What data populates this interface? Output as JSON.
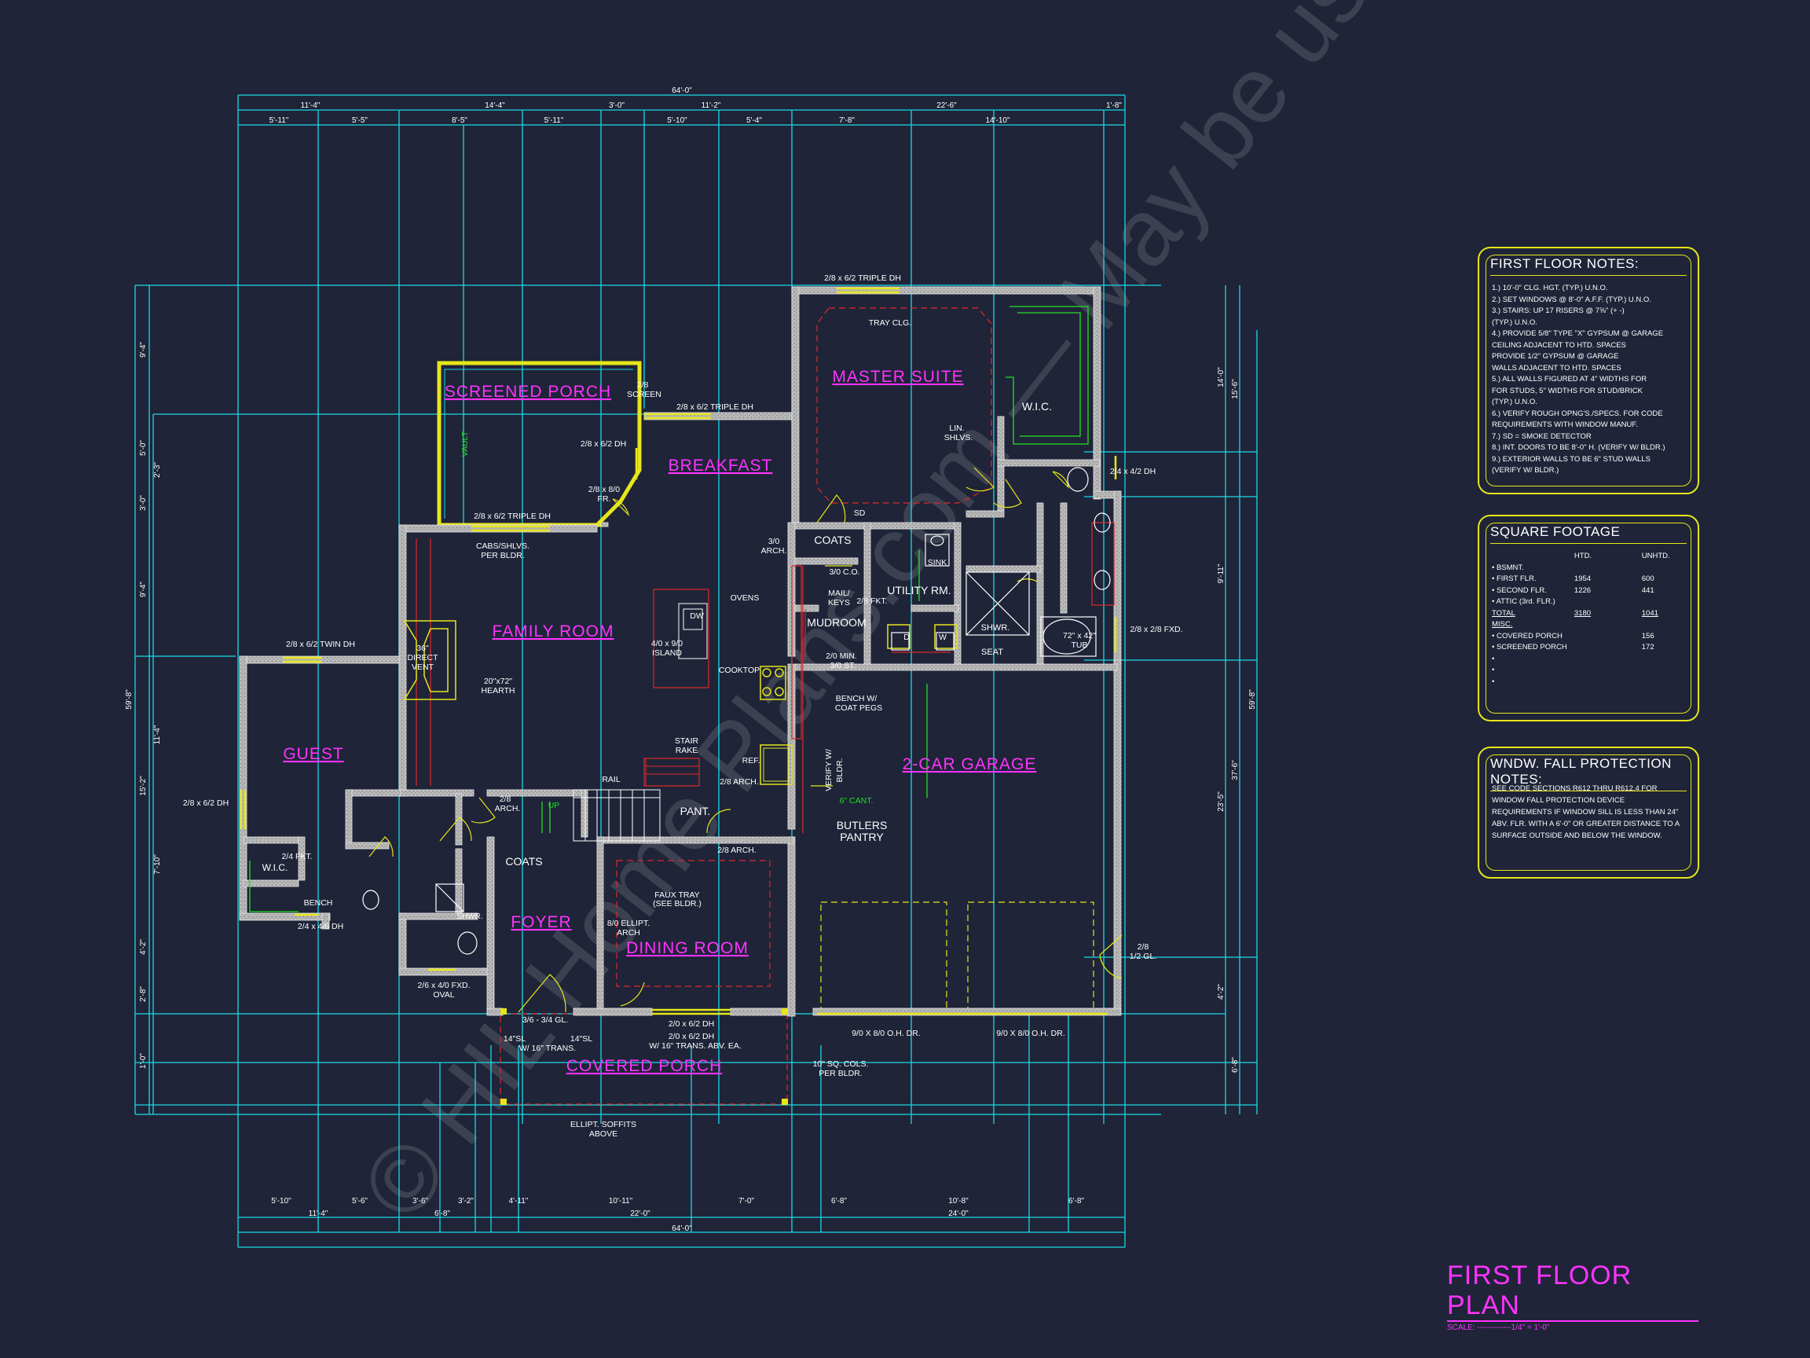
{
  "rooms": {
    "screened_porch": "SCREENED PORCH",
    "breakfast": "BREAKFAST",
    "master_suite": "MASTER SUITE",
    "wic": "W.I.C.",
    "family_room": "FAMILY ROOM",
    "guest": "GUEST",
    "garage": "2-CAR GARAGE",
    "foyer": "FOYER",
    "dining_room": "DINING ROOM",
    "covered_porch": "COVERED PORCH",
    "utility": "UTILITY RM.",
    "mudroom": "MUDROOM",
    "coats1": "COATS",
    "coats2": "COATS",
    "pantry": "PANT.",
    "butlers": "BUTLERS",
    "butlers2": "PANTRY",
    "wic2": "W.I.C.",
    "shwr": "SHWR.",
    "seat": "SEAT"
  },
  "labels": {
    "top_triple": "2/8 x 6/2 TRIPLE DH",
    "tray": "TRAY CLG.",
    "mid_triple": "2/8 x 6/2 TRIPLE DH",
    "dh_28": "2/8 x 6/2 DH",
    "screen": "2/8",
    "screen2": "SCREEN",
    "fr": "2/8 x 8/0",
    "fr2": "FR.",
    "triple3": "2/8 x 6/2 TRIPLE DH",
    "cabs": "CABS/SHLVS.",
    "cabs2": "PER BLDR.",
    "twin": "2/8 x 6/2 TWIN DH",
    "vent": "36\"",
    "vent2": "DIRECT",
    "vent3": "VENT",
    "hearth": "20\"x72\"",
    "hearth2": "HEARTH",
    "guest_dh": "2/8 x 6/2 DH",
    "fkt": "2/4 FKT.",
    "bench": "BENCH",
    "dh_24": "2/4 x 4/6 DH",
    "oval": "2/6 x 4/0 FXD.",
    "oval2": "OVAL",
    "gl": "3/6 - 3/4 GL.",
    "sl1": "14\"SL",
    "sl2": "14\"SL",
    "trans": "W/ 16\" TRANS.",
    "dh_20": "2/0 x 6/2 DH",
    "dh_20b": "2/0 x 6/2 DH",
    "trans2": "W/ 16\" TRANS. ABV. EA.",
    "cols": "10\" SQ. COLS.",
    "cols2": "PER BLDR.",
    "soffits": "ELLIPT. SOFFITS",
    "soffits2": "ABOVE",
    "ohdr1": "9/0 X 8/0 O.H. DR.",
    "ohdr2": "9/0 X 8/0 O.H. DR.",
    "gl2": "2/8",
    "gl3": "1/2 GL.",
    "fxd": "2/8 x 2/8 FXD.",
    "tub": "72\" x 42\"",
    "tub2": "TUB",
    "dh_24b": "2/4 x 4/2 DH",
    "lin": "LIN.",
    "lin2": "SHLVS.",
    "ovens": "OVENS",
    "island": "4/0 x 9/0",
    "island2": "ISLAND",
    "cooktop": "COOKTOP",
    "dw": "DW",
    "ref": "REF.",
    "stair": "STAIR",
    "stair2": "RAKE",
    "rail": "RAIL",
    "arch1": "2/8 ARCH.",
    "arch2": "2/8 ARCH.",
    "arch3": "2/8",
    "arch3b": "ARCH.",
    "arch4": "3/0",
    "arch4b": "ARCH.",
    "faux": "FAUX TRAY",
    "faux2": "(SEE BLDR.)",
    "ellip": "8/0 ELLIPT.",
    "ellip2": "ARCH",
    "mail": "MAIL/",
    "mail2": "KEYS",
    "mail3": "2/8 FKT.",
    "co": "3/0 C.O.",
    "min": "2/0 MIN.",
    "min2": "3/0 ST.",
    "benchw": "BENCH W/",
    "benchw2": "COAT PEGS",
    "sink": "SINK",
    "cant": "6\" CANT.",
    "verify": "VERIFY W/",
    "verify2": "BLDR.",
    "sd": "SD",
    "vault": "VAULT",
    "up": "UP",
    "d": "D",
    "w": "W"
  },
  "dims_top1": "64'-0\"",
  "dims_top2": [
    "11'-4\"",
    "14'-4\"",
    "3'-0\"",
    "11'-2\"",
    "22'-6\"",
    "1'-8\""
  ],
  "dims_top3": [
    "5'-11\"",
    "5'-5\"",
    "8'-5\"",
    "5'-11\"",
    "5'-10\"",
    "5'-4\"",
    "7'-8\"",
    "14'-10\""
  ],
  "dims_bot1": "64'-0\"",
  "dims_bot2": [
    "11'-4\"",
    "6'-8\"",
    "22'-0\"",
    "24'-0\""
  ],
  "dims_bot3": [
    "5'-10\"",
    "5'-6\"",
    "3'-6\"",
    "3'-2\"",
    "4'-11\"",
    "10'-11\"",
    "7'-0\"",
    "6'-8\"",
    "10'-8\"",
    "6'-8\""
  ],
  "dims_left": [
    "9'-4\"",
    "5'-0\"",
    "2'-3\"",
    "3'-0\"",
    "9'-4\"",
    "11'-4\"",
    "7'-10\"",
    "4'-2\"",
    "2'-8\"",
    "1'-0\"",
    "59'-8\"",
    "15'-2\""
  ],
  "dims_right": [
    "14'-0\"",
    "15'-6\"",
    "9'-11\"",
    "37'-6\"",
    "23'-5\"",
    "59'-8\"",
    "4'-2\"",
    "6'-8\""
  ],
  "notes": {
    "title": "FIRST FLOOR NOTES:",
    "items": [
      "1.) 10'-0\" CLG. HGT. (TYP.) U.N.O.",
      "2.) SET WINDOWS @ 8'-0\" A.F.F. (TYP.) U.N.O.",
      "3.) STAIRS: UP 17 RISERS @ 7⅝\" (+ -)",
      "    (TYP.) U.N.O.",
      "4.) PROVIDE 5/8\" TYPE \"X\" GYPSUM @ GARAGE",
      "    CEILING ADJACENT TO HTD. SPACES",
      "    PROVIDE 1/2\" GYPSUM @ GARAGE",
      "    WALLS ADJACENT TO HTD. SPACES",
      "5.) ALL WALLS FIGURED AT 4\" WIDTHS FOR",
      "    FOR STUDS, 5\" WIDTHS FOR STUD/BRICK",
      "    (TYP.) U.N.O.",
      "6.) VERIFY ROUGH OPNG'S./SPECS. FOR CODE",
      "    REQUIREMENTS WITH WINDOW MANUF.",
      "7.) SD = SMOKE DETECTOR",
      "8.) INT. DOORS TO BE 8'-0\" H. (VERIFY W/ BLDR.)",
      "9.) EXTERIOR WALLS TO BE 6\" STUD WALLS",
      "    (VERIFY W/ BLDR.)"
    ]
  },
  "sqft": {
    "title": "SQUARE FOOTAGE",
    "head": [
      "",
      "HTD.",
      "UNHTD."
    ],
    "rows": [
      [
        "• BSMNT.",
        "",
        ""
      ],
      [
        "• FIRST FLR.",
        "1954",
        "600"
      ],
      [
        "• SECOND FLR.",
        "1226",
        "441"
      ],
      [
        "• ATTIC (3rd. FLR.)",
        "",
        ""
      ],
      [
        "",
        "",
        ""
      ],
      [
        "TOTAL",
        "3180",
        "1041"
      ],
      [
        "",
        "",
        ""
      ],
      [
        "MISC.",
        "",
        ""
      ],
      [
        "• COVERED PORCH",
        "",
        "156"
      ],
      [
        "• SCREENED PORCH",
        "",
        "172"
      ],
      [
        "•",
        "",
        ""
      ],
      [
        "•",
        "",
        ""
      ],
      [
        "•",
        "",
        ""
      ]
    ]
  },
  "fall": {
    "title": "WNDW. FALL PROTECTION NOTES:",
    "text": "SEE CODE SECTIONS R612 THRU R612.4 FOR WINDOW FALL PROTECTION DEVICE REQUIREMENTS IF WINDOW SILL IS LESS THAN 24\" ABV. FLR. WITH A 6'-0\" OR GREATER DISTANCE TO A SURFACE OUTSIDE AND BELOW THE WINDOW."
  },
  "title": {
    "main": "FIRST FLOOR PLAN",
    "scale": "SCALE: -------------1/4\" = 1'-0\""
  },
  "watermark": "© HIL Home Plans.com — May be used for Construction & Estimations",
  "colors": {
    "background": "#1f2438",
    "dimension": "#19d9e6",
    "room_label": "#ff33ff",
    "wall": "#c9c9c9",
    "window": "#e6e61a",
    "red_lines": "#e0282a",
    "green_lines": "#22e022",
    "text": "#ffffff"
  }
}
